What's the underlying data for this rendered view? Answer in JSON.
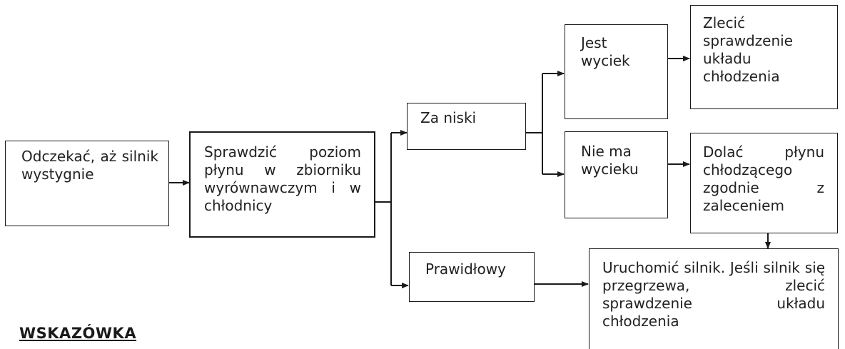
{
  "boxes": {
    "wait": "Odczekać, aż silnik wystygnie",
    "check": "Sprawdzić poziom płynu w zbiorniku wyrównawczym i w chłodnicy",
    "too_low": "Za niski",
    "correct": "Prawidłowy",
    "leak": "Jest wyciek",
    "no_leak": "Nie ma wycieku",
    "order_check": "Zlecić sprawdzenie układu chłodzenia",
    "add_coolant": "Dolać płynu chłodzącego zgodnie z zaleceniem",
    "start_engine": "Uruchomić silnik. Jeśli silnik się przegrzewa, zlecić sprawdzenie układu chłodzenia"
  },
  "footer": {
    "hint": "WSKAZÓWKA"
  }
}
